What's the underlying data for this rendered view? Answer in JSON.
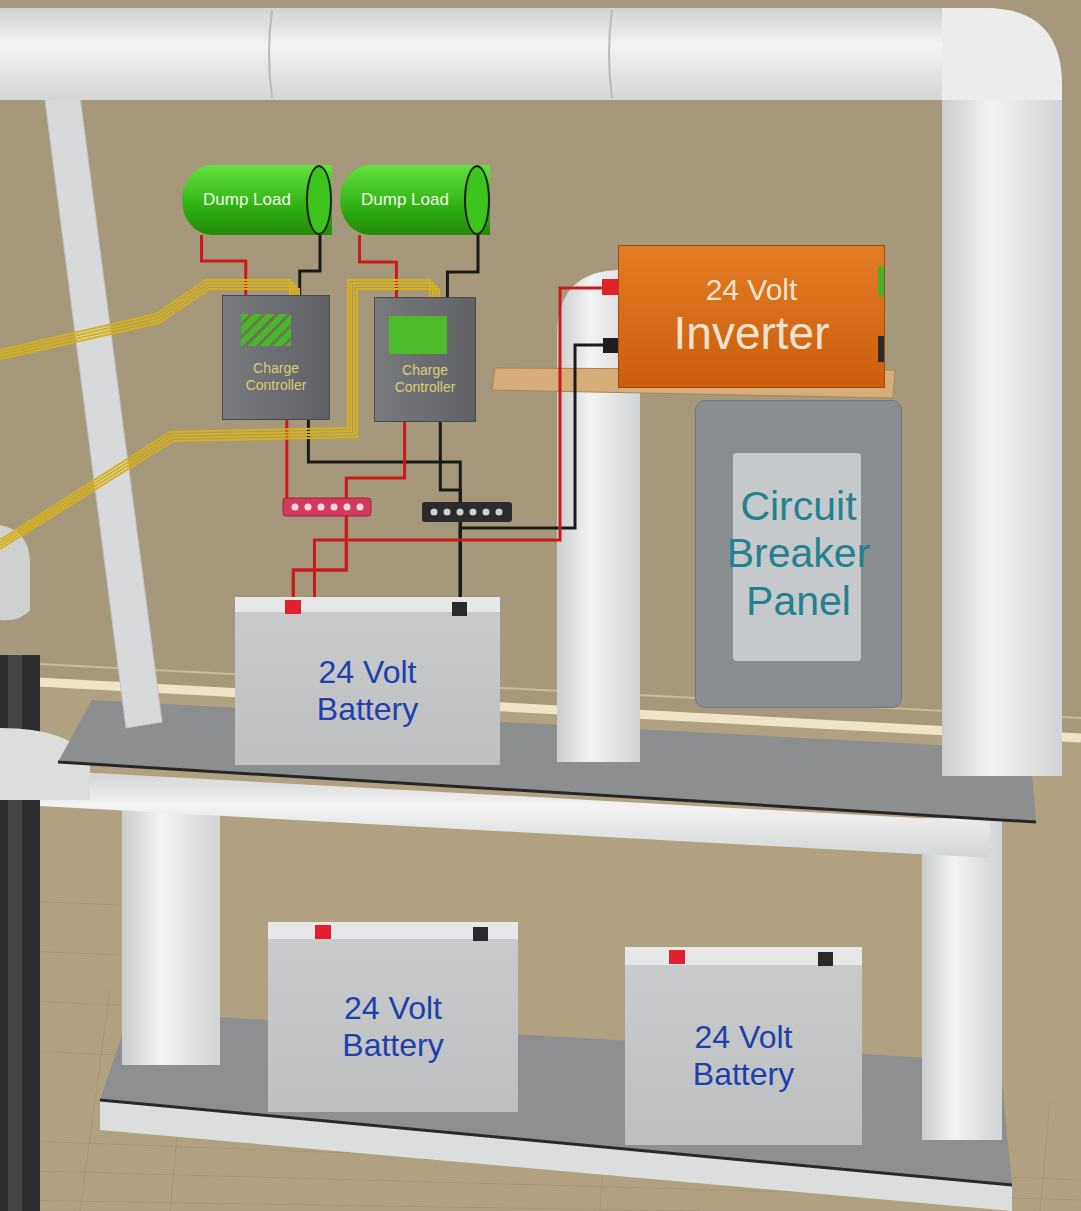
{
  "diagram": {
    "nodes": [
      {
        "text": [
          "Dump Load"
        ]
      },
      {
        "text": [
          "Dump Load"
        ]
      },
      {
        "text": [
          "Charge Controller"
        ]
      },
      {
        "text": [
          "Charge Controller"
        ]
      },
      {
        "text": [
          "24 Volt",
          "Inverter"
        ]
      },
      {
        "text": [
          "Circuit Breaker Panel"
        ]
      },
      {
        "text": [
          "24 Volt Battery"
        ]
      },
      {
        "text": [
          "24 Volt Battery"
        ]
      },
      {
        "text": [
          "24 Volt Battery"
        ]
      }
    ],
    "edges": [
      {
        "from": 0,
        "to": 2,
        "arrow": "none"
      },
      {
        "from": 1,
        "to": 3,
        "arrow": "none"
      },
      {
        "from": 2,
        "to": 6,
        "arrow": "none"
      },
      {
        "from": 3,
        "to": 6,
        "arrow": "none"
      },
      {
        "from": 6,
        "to": 4,
        "arrow": "none"
      }
    ]
  }
}
